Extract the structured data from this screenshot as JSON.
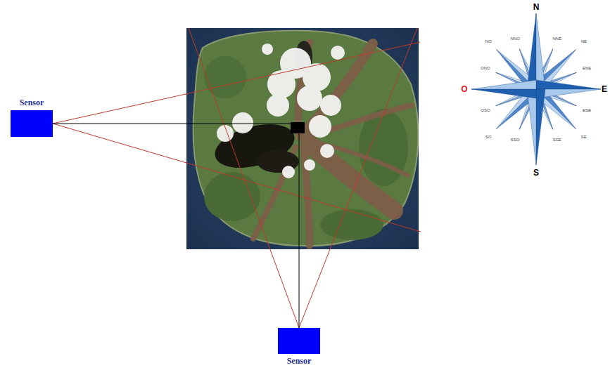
{
  "diagram": {
    "nodes": [
      {
        "text": [
          "Sensor"
        ]
      },
      {
        "text": [
          "Sensor"
        ]
      }
    ],
    "labels": [
      "N",
      "S",
      "O",
      "E",
      "NO",
      "NNO",
      "NNE",
      "NE",
      "ONO",
      "ENE",
      "OSO",
      "ESE",
      "SO",
      "SSO",
      "SSE",
      "SE"
    ]
  }
}
